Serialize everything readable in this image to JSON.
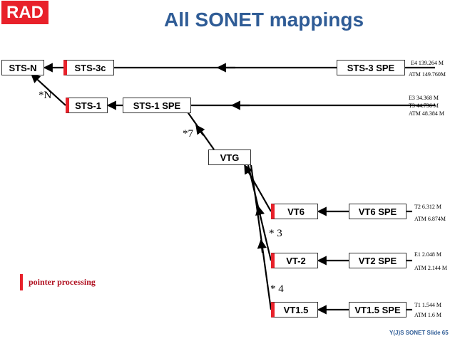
{
  "header": {
    "logo_text": "RAD",
    "title": "All SONET mappings"
  },
  "boxes": {
    "sts_n": "STS-N",
    "sts_3c": "STS-3c",
    "sts_1": "STS-1",
    "sts_1_spe": "STS-1 SPE",
    "sts_3_spe": "STS-3 SPE",
    "vtg": "VTG",
    "vt6": "VT6",
    "vt2": "VT-2",
    "vt15": "VT1.5",
    "vt6_spe": "VT6 SPE",
    "vt2_spe": "VT2 SPE",
    "vt15_spe": "VT1.5 SPE"
  },
  "multipliers": {
    "n": "*N",
    "seven": "*7",
    "three": "* 3",
    "four": "* 4"
  },
  "rates": {
    "sts3_spe": [
      "E4 139.264 M",
      "ATM 149.760M"
    ],
    "sts1_spe": [
      "E3 34.368 M",
      "T3 44.736 M",
      "ATM 48.384 M"
    ],
    "vt6_spe": [
      "T2 6.312 M",
      "ATM 6.874M"
    ],
    "vt2_spe": [
      "E1 2.048 M",
      "ATM 2.144 M"
    ],
    "vt15_spe": [
      "T1 1.544 M",
      "ATM 1.6 M"
    ]
  },
  "legend": {
    "label": "pointer processing"
  },
  "footer": {
    "text": "Y(J)S SONET  Slide 65"
  },
  "colors": {
    "accent_red": "#e8212a",
    "title_blue": "#2f5c96"
  }
}
